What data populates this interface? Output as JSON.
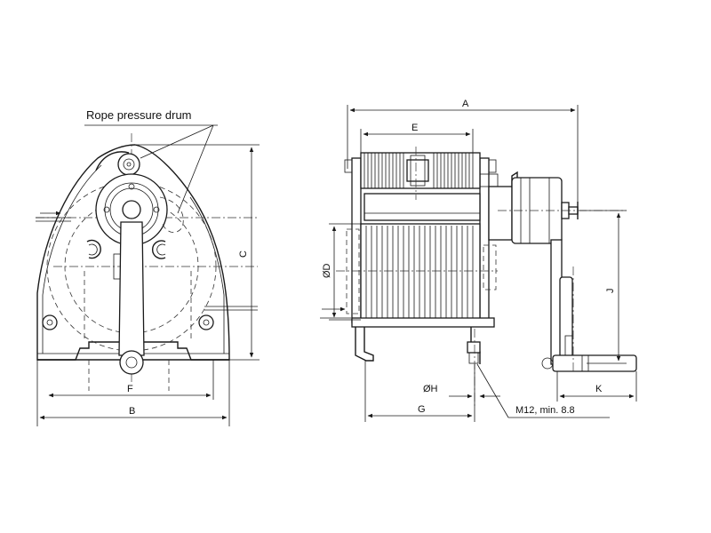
{
  "callout": "Rope pressure drum",
  "dimensions": {
    "A": "A",
    "B": "B",
    "C": "C",
    "D": "ØD",
    "E": "E",
    "F": "F",
    "G": "G",
    "H": "ØH",
    "J": "J",
    "K": "K",
    "bolt": "M12, min. 8.8"
  }
}
